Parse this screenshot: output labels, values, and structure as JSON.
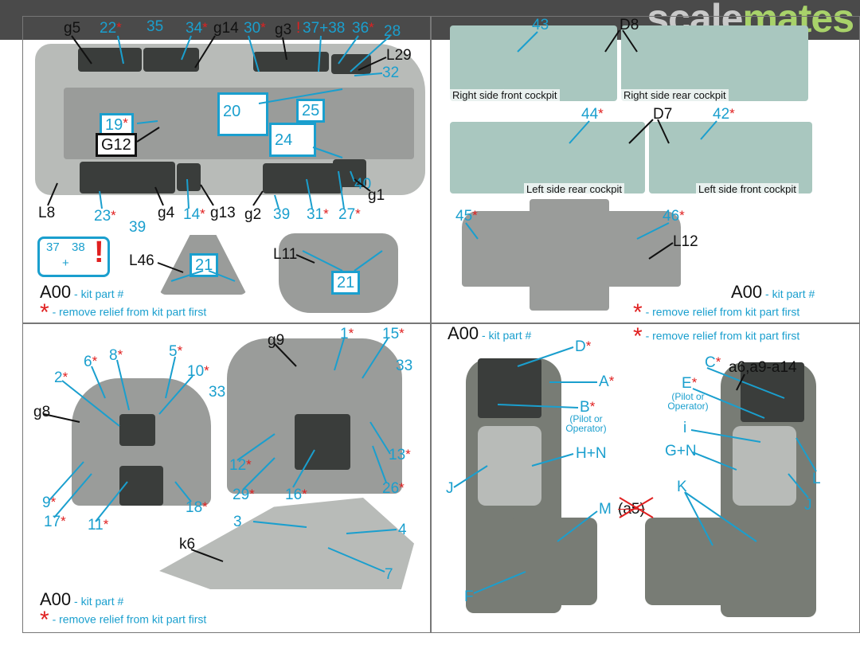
{
  "watermark": {
    "a": "scale",
    "b": "mates"
  },
  "common": {
    "star": "*",
    "kit_part_code": "A00",
    "kit_part_label": "- kit part #",
    "remove_relief": "- remove relief from kit part first",
    "exclaim": "!"
  },
  "q1": {
    "g5": "g5",
    "p22": "22",
    "p35": "35",
    "p34": "34",
    "g14": "g14",
    "p30": "30",
    "g3": "g3",
    "p37_38": "37+38",
    "p36": "36",
    "p28": "28",
    "L29": "L29",
    "p32": "32",
    "p20": "20",
    "p25": "25",
    "p19": "19",
    "G12": "G12",
    "p24": "24",
    "p40": "40",
    "g1": "g1",
    "L8": "L8",
    "p23": "23",
    "p39a": "39",
    "g4": "g4",
    "p14": "14",
    "g13": "g13",
    "g2": "g2",
    "p39b": "39",
    "p31": "31",
    "p27": "27",
    "L46": "L46",
    "L11": "L11",
    "p21a": "21",
    "p21b": "21",
    "note37": "37",
    "note38": "38",
    "plus": "+"
  },
  "q2": {
    "p43": "43",
    "D8": "D8",
    "rsf": "Right side front cockpit",
    "rsr": "Right side rear cockpit",
    "p44": "44",
    "D7": "D7",
    "p42": "42",
    "lsr": "Left side rear cockpit",
    "lsf": "Left side front cockpit",
    "p45": "45",
    "p46": "46",
    "L12": "L12"
  },
  "q3": {
    "g9": "g9",
    "p1": "1",
    "p15": "15",
    "p33a": "33",
    "p6": "6",
    "p8": "8",
    "p5": "5",
    "p10": "10",
    "p2": "2",
    "p33b": "33",
    "g8": "g8",
    "p12": "12",
    "p13": "13",
    "p29": "29",
    "p16": "16",
    "p26": "26",
    "p9": "9",
    "p18": "18",
    "p17": "17",
    "p11": "11",
    "p3": "3",
    "p4": "4",
    "k6": "k6",
    "p7": "7"
  },
  "q4": {
    "D": "D",
    "A": "A",
    "B": "B",
    "pilot1": "(Pilot or Operator)",
    "C": "C",
    "a6": "a6,a9-a14",
    "E": "E",
    "pilot2": "(Pilot or Operator)",
    "i": "i",
    "GN": "G+N",
    "HN": "H+N",
    "J1": "J",
    "L": "L",
    "J2": "J",
    "K": "K",
    "M": "M",
    "a5": "(a5)",
    "F": "F"
  },
  "colors": {
    "label": "#1a9fce",
    "star": "#e02020",
    "banner": "#4a4a4a"
  }
}
